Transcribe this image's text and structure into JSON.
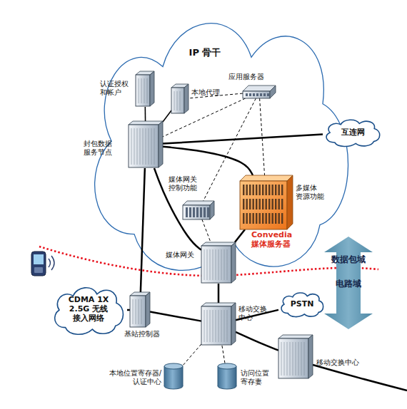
{
  "diagram": {
    "nodes": [
      {
        "text": [
          "IP 骨干"
        ]
      },
      {
        "text": [
          "认证授权 和帐户"
        ],
        "in": 0
      },
      {
        "text": [
          "本地代理"
        ],
        "in": 0
      },
      {
        "text": [
          "应用服务器"
        ],
        "in": 0
      },
      {
        "text": [
          "封包数据 服务节点"
        ],
        "in": 0
      },
      {
        "text": [
          "互连网"
        ]
      },
      {
        "text": [
          "媒体网关 控制功能"
        ],
        "in": 0
      },
      {
        "text": [
          "多媒体 资源功能",
          "Convedia 媒体服务器"
        ],
        "in": 0
      },
      {
        "text": [
          "媒体网关"
        ],
        "in": 0
      },
      {
        "text": [
          "CDMA 1X 2.5G 无线 接入网络"
        ]
      },
      {
        "text": [
          "基站控制器"
        ]
      },
      {
        "text": [
          "移动交换 中心"
        ]
      },
      {
        "text": [
          "PSTN"
        ]
      },
      {
        "text": [
          "移动交换中心"
        ]
      },
      {
        "text": [
          "本地位置寄存器/ 认证中心"
        ]
      },
      {
        "text": [
          "访问位置 寄存妻"
        ]
      }
    ],
    "edges": [
      {
        "from": 4,
        "to": 1,
        "arrow": "none"
      },
      {
        "from": 4,
        "to": 2,
        "arrow": "none"
      },
      {
        "from": 3,
        "to": 2,
        "arrow": "none"
      },
      {
        "from": 3,
        "to": 4,
        "arrow": "none"
      },
      {
        "from": 3,
        "to": 6,
        "arrow": "none"
      },
      {
        "from": 3,
        "to": 7,
        "arrow": "none"
      },
      {
        "from": 4,
        "to": 5,
        "arrow": "none"
      },
      {
        "from": 4,
        "to": 7,
        "arrow": "none"
      },
      {
        "from": 4,
        "to": 8,
        "arrow": "none"
      },
      {
        "from": 6,
        "to": 8,
        "arrow": "none"
      },
      {
        "from": 7,
        "to": 8,
        "arrow": "none"
      },
      {
        "from": 4,
        "to": 10,
        "arrow": "none"
      },
      {
        "from": 8,
        "to": 11,
        "arrow": "none"
      },
      {
        "from": 10,
        "to": 11,
        "arrow": "none"
      },
      {
        "from": 11,
        "to": 12,
        "arrow": "none"
      },
      {
        "from": 11,
        "to": 13,
        "arrow": "none"
      },
      {
        "from": 11,
        "to": 14,
        "arrow": "none"
      },
      {
        "from": 11,
        "to": 15,
        "arrow": "none"
      },
      {
        "from": 9,
        "to": 10,
        "arrow": "none"
      }
    ],
    "labels": [
      "数据包域",
      "电路域"
    ]
  }
}
